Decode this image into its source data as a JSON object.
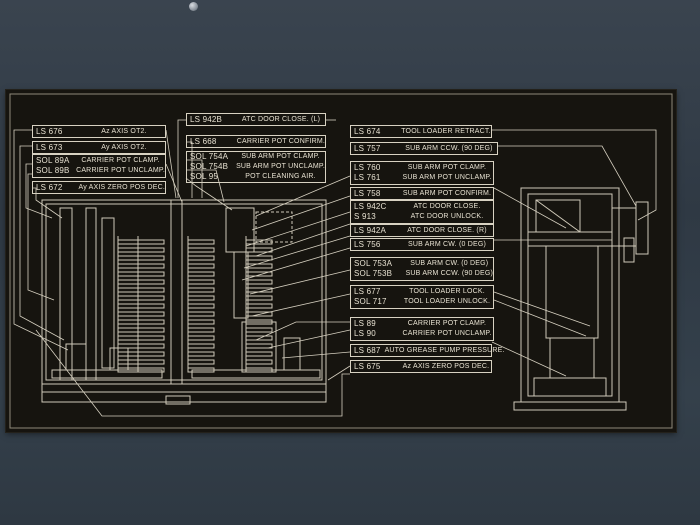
{
  "labels": [
    {
      "id": "ls676",
      "code": "LS 676",
      "desc": "Az AXIS OT2."
    },
    {
      "id": "ls673",
      "code": "LS 673",
      "desc": "Ay AXIS OT2."
    },
    {
      "id": "sol89a",
      "code": "SOL 89A",
      "desc": "CARRIER POT CLAMP."
    },
    {
      "id": "sol89b",
      "code": "SOL 89B",
      "desc": "CARRIER POT UNCLAMP."
    },
    {
      "id": "ls672",
      "code": "LS 672",
      "desc": "Ay AXIS ZERO POS DEC."
    },
    {
      "id": "ls942b",
      "code": "LS 942B",
      "desc": "ATC DOOR CLOSE. (L)"
    },
    {
      "id": "ls668",
      "code": "LS 668",
      "desc": "CARRIER POT CONFIRM."
    },
    {
      "id": "sol754a",
      "code": "SOL 754A",
      "desc": "SUB ARM POT CLAMP."
    },
    {
      "id": "sol754b",
      "code": "SOL 754B",
      "desc": "SUB ARM POT UNCLAMP."
    },
    {
      "id": "sol95",
      "code": "SOL 95",
      "desc": "POT CLEANING AIR."
    },
    {
      "id": "ls674",
      "code": "LS 674",
      "desc": "TOOL LOADER RETRACT."
    },
    {
      "id": "ls757",
      "code": "LS 757",
      "desc": "SUB ARM CCW. (90 DEG)"
    },
    {
      "id": "ls760",
      "code": "LS 760",
      "desc": "SUB ARM POT CLAMP."
    },
    {
      "id": "ls761",
      "code": "LS 761",
      "desc": "SUB ARM POT UNCLAMP."
    },
    {
      "id": "ls758",
      "code": "LS 758",
      "desc": "SUB ARM POT CONFIRM."
    },
    {
      "id": "ls942c",
      "code": "LS 942C",
      "desc": "ATC DOOR CLOSE."
    },
    {
      "id": "s913",
      "code": "S 913",
      "desc": "ATC DOOR UNLOCK."
    },
    {
      "id": "ls942a",
      "code": "LS 942A",
      "desc": "ATC DOOR CLOSE. (R)"
    },
    {
      "id": "ls756",
      "code": "LS 756",
      "desc": "SUB ARM CW. (0 DEG)"
    },
    {
      "id": "sol753a",
      "code": "SOL 753A",
      "desc": "SUB ARM CW. (0 DEG)"
    },
    {
      "id": "sol753b",
      "code": "SOL 753B",
      "desc": "SUB ARM CCW. (90 DEG)"
    },
    {
      "id": "ls677",
      "code": "LS 677",
      "desc": "TOOL LOADER LOCK."
    },
    {
      "id": "sol717",
      "code": "SOL 717",
      "desc": "TOOL LOADER UNLOCK."
    },
    {
      "id": "ls89",
      "code": "LS 89",
      "desc": "CARRIER POT CLAMP."
    },
    {
      "id": "ls90",
      "code": "LS 90",
      "desc": "CARRIER POT UNCLAMP."
    },
    {
      "id": "ls687",
      "code": "LS 687",
      "desc": "AUTO GREASE PUMP PRESSURE."
    },
    {
      "id": "ls675",
      "code": "LS 675",
      "desc": "Az AXIS ZERO POS DEC."
    }
  ]
}
